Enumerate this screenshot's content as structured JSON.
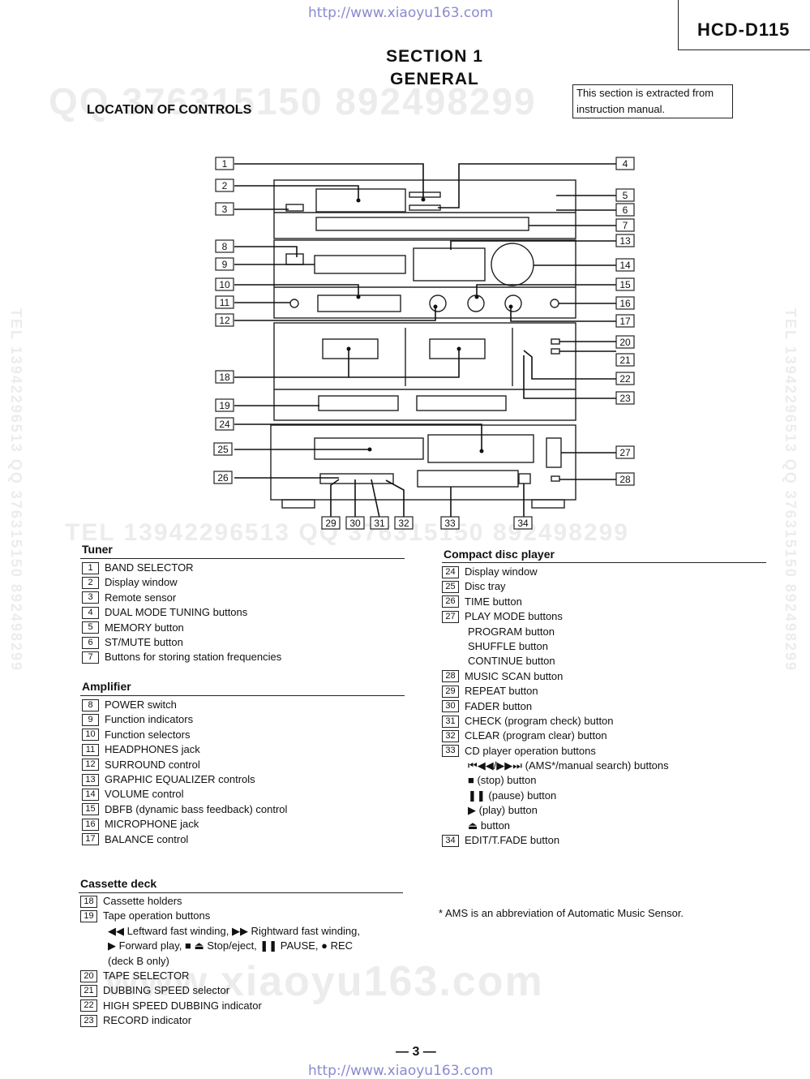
{
  "header": {
    "url_top": "http://www.xiaoyu163.com",
    "model": "HCD-D115",
    "section_line1": "SECTION 1",
    "section_line2": "GENERAL",
    "location_title": "LOCATION OF CONTROLS",
    "note_line1": "This section is extracted from",
    "note_line2": "instruction manual."
  },
  "watermarks": {
    "qq_top": "QQ 376315150   892498299",
    "mid": "TEL 13942296513     QQ 376315150   892498299",
    "bottom": "www.xiaoyu163.com",
    "side": "TEL 13942296513  QQ 376315150  892498299"
  },
  "callouts": [
    "1",
    "2",
    "3",
    "4",
    "5",
    "6",
    "7",
    "8",
    "9",
    "10",
    "11",
    "12",
    "13",
    "14",
    "15",
    "16",
    "17",
    "18",
    "19",
    "20",
    "21",
    "22",
    "23",
    "24",
    "25",
    "26",
    "27",
    "28",
    "29",
    "30",
    "31",
    "32",
    "33",
    "34"
  ],
  "tuner": {
    "heading": "Tuner",
    "items": [
      {
        "n": "1",
        "t": "BAND SELECTOR"
      },
      {
        "n": "2",
        "t": "Display window"
      },
      {
        "n": "3",
        "t": "Remote sensor"
      },
      {
        "n": "4",
        "t": "DUAL MODE TUNING buttons"
      },
      {
        "n": "5",
        "t": "MEMORY button"
      },
      {
        "n": "6",
        "t": "ST/MUTE button"
      },
      {
        "n": "7",
        "t": "Buttons for storing station frequencies"
      }
    ]
  },
  "amplifier": {
    "heading": "Amplifier",
    "items": [
      {
        "n": "8",
        "t": "POWER switch"
      },
      {
        "n": "9",
        "t": "Function indicators"
      },
      {
        "n": "10",
        "t": "Function selectors"
      },
      {
        "n": "11",
        "t": "HEADPHONES jack"
      },
      {
        "n": "12",
        "t": "SURROUND control"
      },
      {
        "n": "13",
        "t": "GRAPHIC EQUALIZER controls"
      },
      {
        "n": "14",
        "t": "VOLUME control"
      },
      {
        "n": "15",
        "t": "DBFB (dynamic bass feedback) control"
      },
      {
        "n": "16",
        "t": "MICROPHONE jack"
      },
      {
        "n": "17",
        "t": "BALANCE control"
      }
    ]
  },
  "cassette": {
    "heading": "Cassette deck",
    "items": [
      {
        "n": "18",
        "t": "Cassette holders"
      },
      {
        "n": "19",
        "t": "Tape operation buttons"
      }
    ],
    "sub_lines": [
      "◀◀ Leftward fast winding, ▶▶ Rightward fast winding,",
      "▶ Forward play, ■ ⏏ Stop/eject, ❚❚ PAUSE, ● REC",
      "(deck B only)"
    ],
    "items2": [
      {
        "n": "20",
        "t": "TAPE SELECTOR"
      },
      {
        "n": "21",
        "t": "DUBBING SPEED selector"
      },
      {
        "n": "22",
        "t": "HIGH SPEED DUBBING indicator"
      },
      {
        "n": "23",
        "t": "RECORD indicator"
      }
    ]
  },
  "cd": {
    "heading": "Compact disc player",
    "items": [
      {
        "n": "24",
        "t": "Display window"
      },
      {
        "n": "25",
        "t": "Disc tray"
      },
      {
        "n": "26",
        "t": "TIME button"
      },
      {
        "n": "27",
        "t": "PLAY MODE buttons"
      }
    ],
    "play_modes": [
      "PROGRAM button",
      "SHUFFLE button",
      "CONTINUE button"
    ],
    "items2": [
      {
        "n": "28",
        "t": "MUSIC SCAN button"
      },
      {
        "n": "29",
        "t": "REPEAT button"
      },
      {
        "n": "30",
        "t": "FADER button"
      },
      {
        "n": "31",
        "t": "CHECK (program check) button"
      },
      {
        "n": "32",
        "t": "CLEAR (program clear) button"
      },
      {
        "n": "33",
        "t": "CD player operation buttons"
      }
    ],
    "op_buttons": [
      "⏮◀◀/▶▶⏭ (AMS*/manual search) buttons",
      "■ (stop) button",
      "❚❚ (pause) button",
      "▶ (play) button",
      "⏏ button"
    ],
    "items3": [
      {
        "n": "34",
        "t": "EDIT/T.FADE button"
      }
    ],
    "footnote": "* AMS is an abbreviation of Automatic Music Sensor."
  },
  "footer": {
    "page": "— 3 —",
    "url_bottom": "http://www.xiaoyu163.com"
  }
}
